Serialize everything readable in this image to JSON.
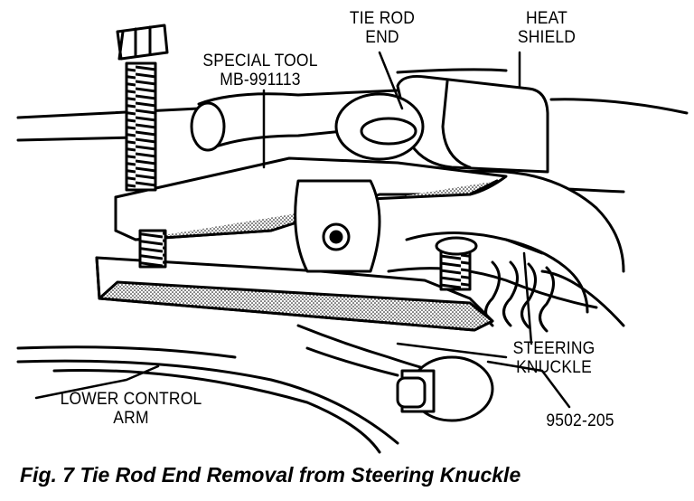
{
  "labels": {
    "tie_rod_end": [
      "TIE ROD",
      "END"
    ],
    "heat_shield": [
      "HEAT",
      "SHIELD"
    ],
    "special_tool": [
      "SPECIAL TOOL",
      "MB-991113"
    ],
    "steering_knuckle": [
      "STEERING",
      "KNUCKLE"
    ],
    "lower_control_arm": [
      "LOWER CONTROL",
      "ARM"
    ],
    "figure_number": "9502-205"
  },
  "caption": "Fig. 7 Tie Rod End Removal from Steering Knuckle",
  "colors": {
    "ink": "#000000",
    "paper": "#ffffff",
    "shade": "#9a9a9a"
  }
}
